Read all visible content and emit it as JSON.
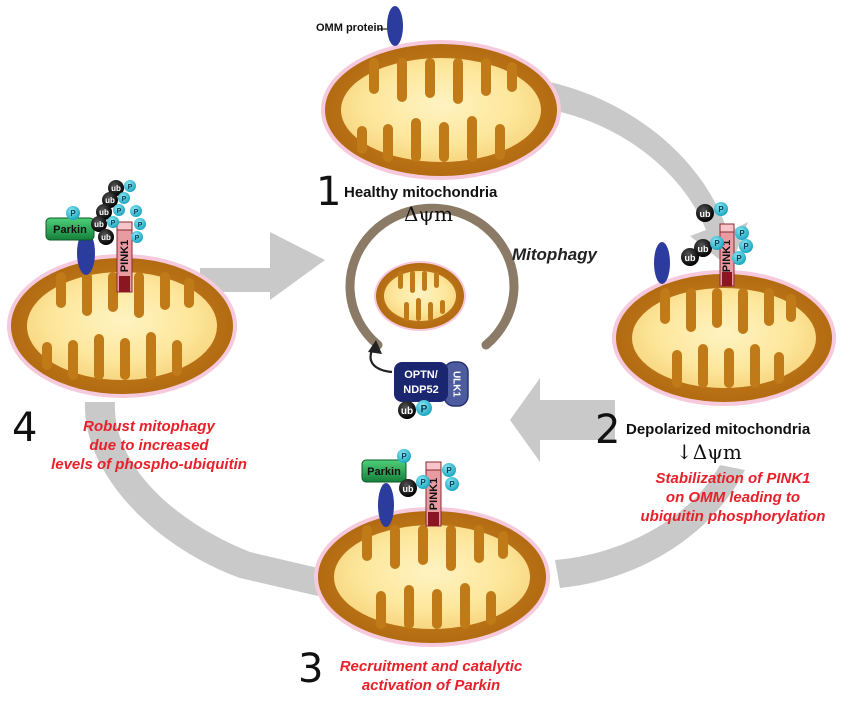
{
  "labels": {
    "omm_protein": "OMM protein",
    "mitophagy": "Mitophagy",
    "ulk1": "ULK1",
    "optn_line1": "OPTN/",
    "optn_line2": "NDP52",
    "parkin": "Parkin",
    "pink1": "PINK1",
    "ub": "ub",
    "p": "P"
  },
  "steps": {
    "s1": {
      "number": "1",
      "title": "Healthy mitochondria",
      "potential": "Δψm"
    },
    "s2": {
      "number": "2",
      "title": "Depolarized mitochondria",
      "potential": "↓Δψm",
      "desc": "Stabilization of PINK1\non OMM leading to\nubiquitin phosphorylation"
    },
    "s3": {
      "number": "3",
      "desc": "Recruitment and catalytic\nactivation of Parkin"
    },
    "s4": {
      "number": "4",
      "desc": "Robust mitophagy\ndue to increased\nlevels of phospho-ubiquitin"
    }
  },
  "colors": {
    "arrow": "#c9c9c9",
    "mito_outer": "#c07a18",
    "mito_inner": "#fde9a2",
    "omm_protein": "#2c3b9e",
    "parkin": "#22a04a",
    "pink1": "#e99ba2",
    "ub": "#111111",
    "phospho": "#27b8cf",
    "red_text": "#e8202a",
    "ulk1": "#4d5c9e",
    "optn": "#1b2670"
  }
}
